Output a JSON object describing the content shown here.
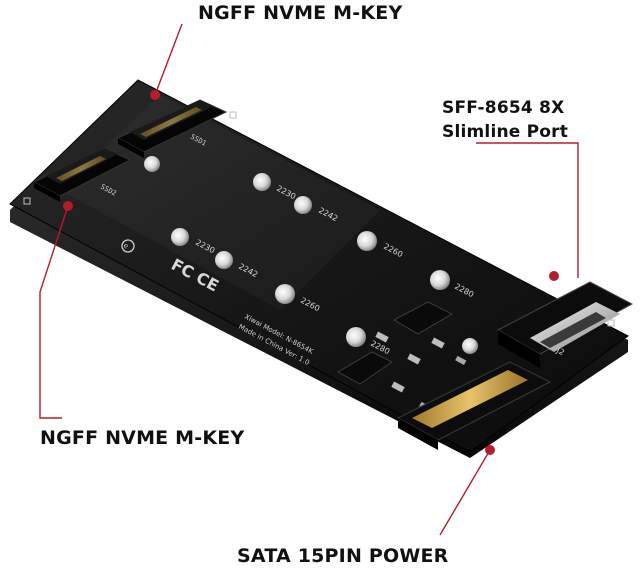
{
  "labels": {
    "top": "NGFF NVME M-KEY",
    "right_line1": "SFF-8654 8X",
    "right_line2": "Slimline Port",
    "left": "NGFF NVME M-KEY",
    "bottom": "SATA 15PIN POWER"
  },
  "board_silkscreen": {
    "slot_a": "SSD1",
    "slot_b": "SSD2",
    "mount_sizes": [
      "2230",
      "2242",
      "2260",
      "2280"
    ],
    "connector": "J2",
    "maker_line1": "Xiwai Model: N-8654K",
    "maker_line2": "Made in China Ver: 1.0",
    "cert": "FC CE"
  },
  "colors": {
    "board": "#141414",
    "callout_line": "#b51d2c",
    "callout_dot": "#b51d2c",
    "label_text": "#111111"
  },
  "icons": {
    "mount-hole": "silver circle",
    "connector-metal": "silver rectangle"
  }
}
